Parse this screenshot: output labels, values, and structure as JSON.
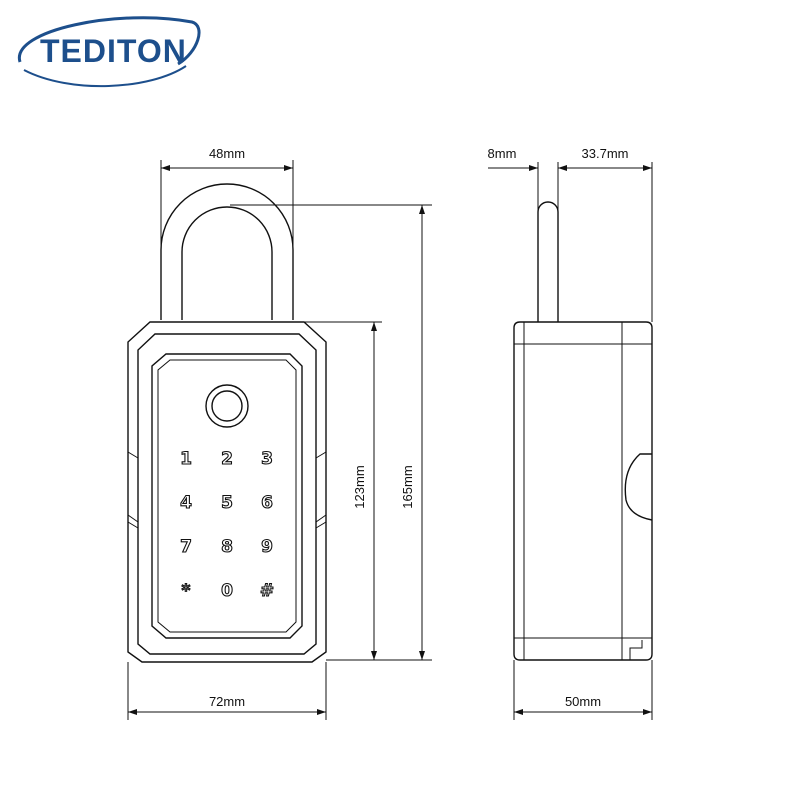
{
  "brand": {
    "name": "TEDITON",
    "color": "#1d4f8c"
  },
  "front_view": {
    "keypad": {
      "rows": [
        [
          "1",
          "2",
          "3"
        ],
        [
          "4",
          "5",
          "6"
        ],
        [
          "7",
          "8",
          "9"
        ],
        [
          "*",
          "0",
          "#"
        ]
      ]
    },
    "dimensions": {
      "shackle_width": "48mm",
      "body_height": "123mm",
      "total_height": "165mm",
      "body_width": "72mm"
    }
  },
  "side_view": {
    "dimensions": {
      "shackle_thickness": "8mm",
      "shackle_offset": "33.7mm",
      "depth": "50mm"
    }
  }
}
